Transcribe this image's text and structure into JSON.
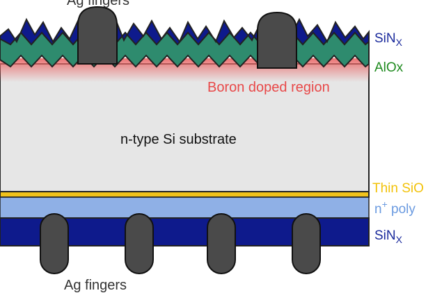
{
  "labels": {
    "ag_fingers_top": "Ag fingers",
    "sinx_top_base": "SiN",
    "sinx_top_sub": "X",
    "aloxide": "AlOx",
    "boron_region": "Boron doped region",
    "substrate": "n-type Si substrate",
    "thin_sio": "Thin SiO",
    "poly_prefix": "n",
    "poly_sup": "+",
    "poly_suffix": " poly",
    "sinx_bottom_base": "SiN",
    "sinx_bottom_sub": "X",
    "ag_fingers_bottom": "Ag fingers"
  },
  "colors": {
    "sinx": "#0e1a8c",
    "alox": "#2e8b6e",
    "boron": "#e96a6a",
    "substrate": "#e6e6e6",
    "thin_sio": "#f1c21b",
    "poly": "#8fb0e6",
    "finger": "#4a4a4a",
    "label_sinx": "#1a2a9c",
    "label_alox": "#1e8a1e",
    "label_boron": "#e84848",
    "label_sio": "#f2c20a",
    "label_poly": "#6a9ae0",
    "label_substrate": "#111111",
    "label_fingers": "#333333"
  }
}
